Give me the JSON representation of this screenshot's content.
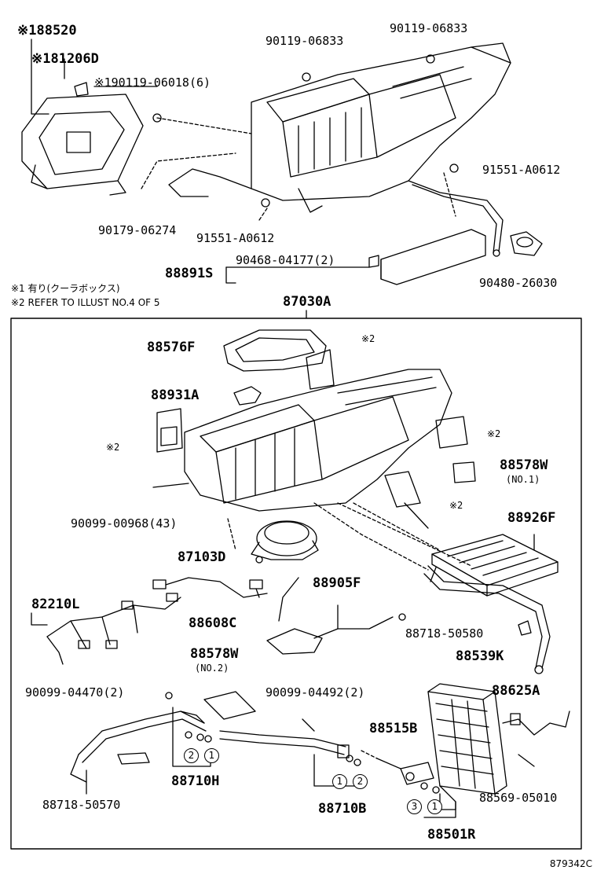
{
  "labels": {
    "p88520": "※188520",
    "p81206D": "※181206D",
    "p90119_06018": "※190119-06018(6)",
    "p90119_06833a": "90119-06833",
    "p90119_06833b": "90119-06833",
    "p91551_A0612a": "91551-A0612",
    "p91551_A0612b": "91551-A0612",
    "p90179_06274": "90179-06274",
    "p88891S": "88891S",
    "p90468_04177": "90468-04177(2)",
    "p90480_26030": "90480-26030",
    "note1": "※1 有り(クーラボックス)",
    "note2": "※2 REFER TO ILLUST NO.4 OF 5",
    "p87030A": "87030A",
    "p88576F": "88576F",
    "ref2a": "※2",
    "p88931A": "88931A",
    "ref2b": "※2",
    "ref2c": "※2",
    "p88578W_a": "88578W",
    "no1": "(NO.1)",
    "ref2d": "※2",
    "p90099_00968": "90099-00968(43)",
    "p88926F": "88926F",
    "p87103D": "87103D",
    "p88905F": "88905F",
    "p82210L": "82210L",
    "p88608C": "88608C",
    "p88718_50580": "88718-50580",
    "p88539K": "88539K",
    "p88578W_b": "88578W",
    "no2": "(NO.2)",
    "p90099_04470": "90099-04470(2)",
    "p90099_04492": "90099-04492(2)",
    "p88625A": "88625A",
    "p88515B": "88515B",
    "p88710H": "88710H",
    "p88710B": "88710B",
    "p88718_50570": "88718-50570",
    "p88569_05010": "88569-05010",
    "p88501R": "88501R",
    "c1": "1",
    "c2": "2",
    "c3": "3",
    "fig": "879342C"
  }
}
